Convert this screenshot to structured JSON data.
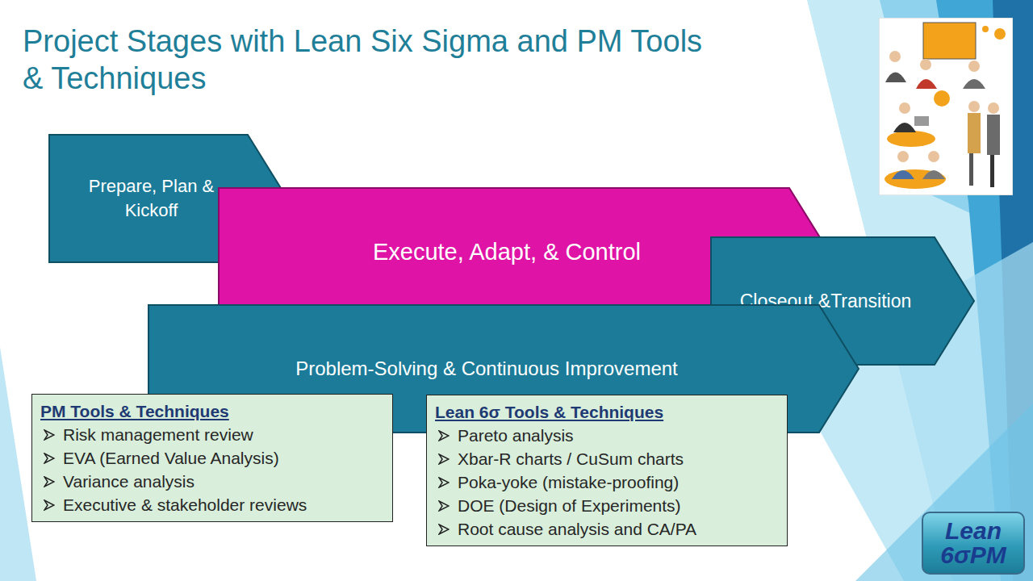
{
  "diagram": {
    "title": "Project Stages with Lean Six Sigma and PM Tools & Techniques",
    "nodes": [
      {
        "text": [
          "Prepare, Plan & Kickoff"
        ]
      },
      {
        "text": [
          "Execute, Adapt, & Control"
        ]
      },
      {
        "text": [
          "Closeout &Transition"
        ]
      },
      {
        "text": [
          "Problem-Solving & Continuous Improvement"
        ]
      },
      {
        "text": [
          "PM Tools & Techniques",
          "Risk management review",
          "EVA (Earned Value Analysis)",
          "Variance analysis",
          "Executive & stakeholder reviews"
        ]
      },
      {
        "text": [
          "Lean 6σ Tools & Techniques",
          "Pareto analysis",
          "Xbar-R charts / CuSum charts",
          "Poka-yoke (mistake-proofing)",
          "DOE (Design of Experiments)",
          "Root cause analysis and CA/PA"
        ]
      },
      {
        "text": [
          "Lean 6σPM"
        ]
      }
    ]
  }
}
